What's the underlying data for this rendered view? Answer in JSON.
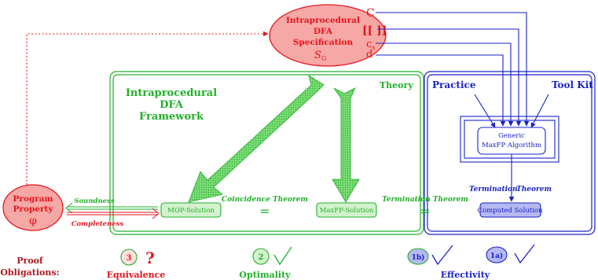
{
  "spec": {
    "title_line1": "Intraprocedural",
    "title_line2": "DFA",
    "title_line3": "Specification",
    "sg_main": "S",
    "sg_sub": "G",
    "sym_c": "C",
    "sym_brackets": "[[ ]]",
    "sym_cs_main": "c",
    "sym_cs_sub": "s",
    "sym_d": "d"
  },
  "theory": {
    "label": "Theory",
    "framework_line1": "Intraprocedural",
    "framework_line2": "DFA",
    "framework_line3": "Framework",
    "mop_solution": "MOP-Solution",
    "maxfp_solution": "MaxFP-Solution",
    "coincidence_theorem": "Coincidence Theorem",
    "equals_sign": "="
  },
  "practice": {
    "label": "Practice",
    "toolkit": "Tool Kit",
    "algorithm_line1": "Generic",
    "algorithm_line2": "MaxFP Algorithm",
    "termination_left": "Termination",
    "termination_right": "Theorem",
    "computed_solution": "Computed Solution"
  },
  "program": {
    "line1": "Program",
    "line2": "Property",
    "phi": "φ"
  },
  "links": {
    "soundness": "Soundness",
    "completeness": "Completeness",
    "termination_theorem": "Termination Theorem",
    "equals_sign": "="
  },
  "obligations": {
    "label_line1": "Proof",
    "label_line2": "Obligations:",
    "item3_number": "3",
    "item3_mark": "?",
    "item3_label": "Equivalence",
    "item2_number": "2",
    "item2_mark": "✓",
    "item2_label": "Optimality",
    "item1b_number": "1b)",
    "item1b_mark": "✓",
    "item1a_number": "1a)",
    "item1a_mark": "✓",
    "effectivity_label": "Effectivity"
  },
  "colors": {
    "red": "#e8141e",
    "red_fill": "#f5a8a5",
    "green": "#22b02a",
    "green_light": "#7edc78",
    "green_fill": "#d2f2cd",
    "blue": "#1a22c8",
    "blue_fill": "#b6b8f2"
  }
}
